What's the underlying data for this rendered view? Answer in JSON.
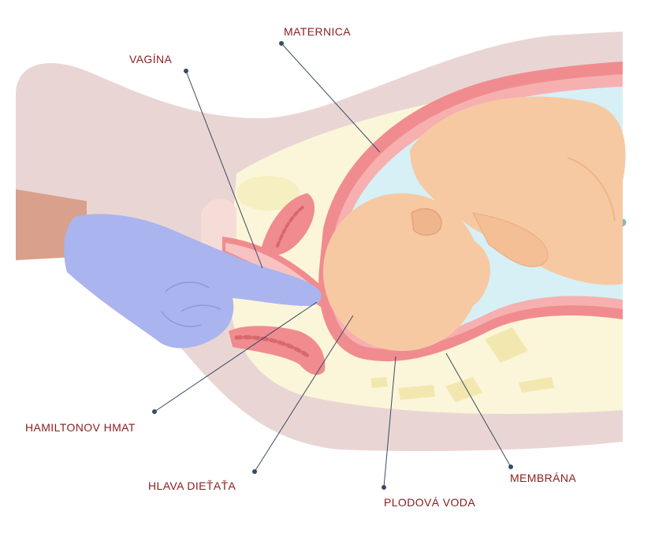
{
  "labels": {
    "maternica": "MATERNICA",
    "vagina": "VAGÍNA",
    "hamiltonov_hmat": "HAMILTONOV HMAT",
    "hlava_dietata": "HLAVA DIEŤAŤA",
    "plodova_voda": "PLODOVÁ VODA",
    "membrana": "MEMBRÁNA"
  },
  "colors": {
    "label_text": "#8b1c1c",
    "leader_line": "#3a4a63",
    "body_silhouette": "#e9d6d4",
    "pelvis_cream": "#fbf6d9",
    "uterus_wall": "#f08c8f",
    "uterus_inner": "#f6b0b0",
    "amniotic_fluid": "#d6f0f6",
    "baby_skin": "#f7c9a2",
    "glove": "#aab4ee",
    "arm_skin": "#d9a08c",
    "bone_tan": "#f3e7b0"
  }
}
